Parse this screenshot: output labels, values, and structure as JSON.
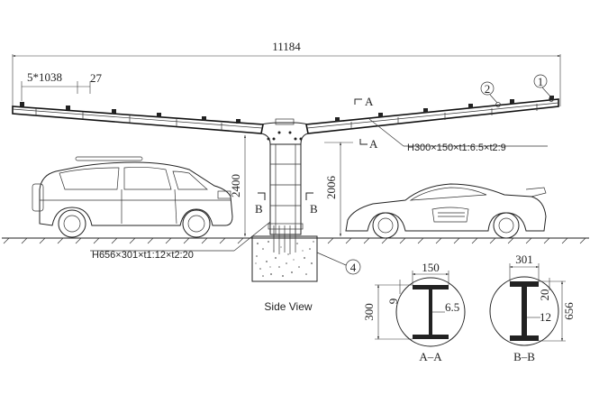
{
  "dimensions": {
    "overall_span": "11184",
    "purlin_spacing": "5*1038",
    "edge_offset": "27",
    "column_height_left": "2400",
    "column_height_right": "2006"
  },
  "members": {
    "beam_spec": "H300×150×t1:6.5×t2:9",
    "column_spec": "H656×301×t1:12×t2:20"
  },
  "callouts": {
    "c1": "1",
    "c2": "2",
    "c4": "4"
  },
  "section_marks": {
    "a_top": "A",
    "a_bottom": "A",
    "b_left": "B",
    "b_right": "B"
  },
  "view_title": "Side View",
  "section_aa": {
    "title": "A–A",
    "flange_width": "150",
    "height": "300",
    "flange_thickness": "9",
    "web_thickness": "6.5"
  },
  "section_bb": {
    "title": "B–B",
    "flange_width": "301",
    "height": "656",
    "flange_thickness": "20",
    "web_thickness": "12"
  }
}
